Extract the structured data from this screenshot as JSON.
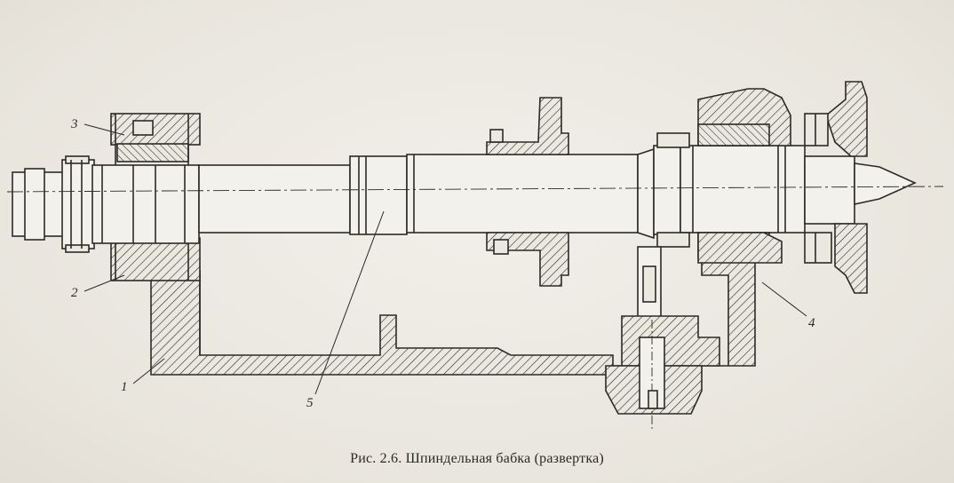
{
  "caption": "Рис. 2.6. Шпиндельная бабка (развертка)",
  "labels": {
    "l1": "1",
    "l2": "2",
    "l3": "3",
    "l4": "4",
    "l5": "5"
  },
  "colors": {
    "ink": "#2b2a27",
    "paper": "#ece9e1",
    "shaft_fill": "#f3f1eb"
  }
}
